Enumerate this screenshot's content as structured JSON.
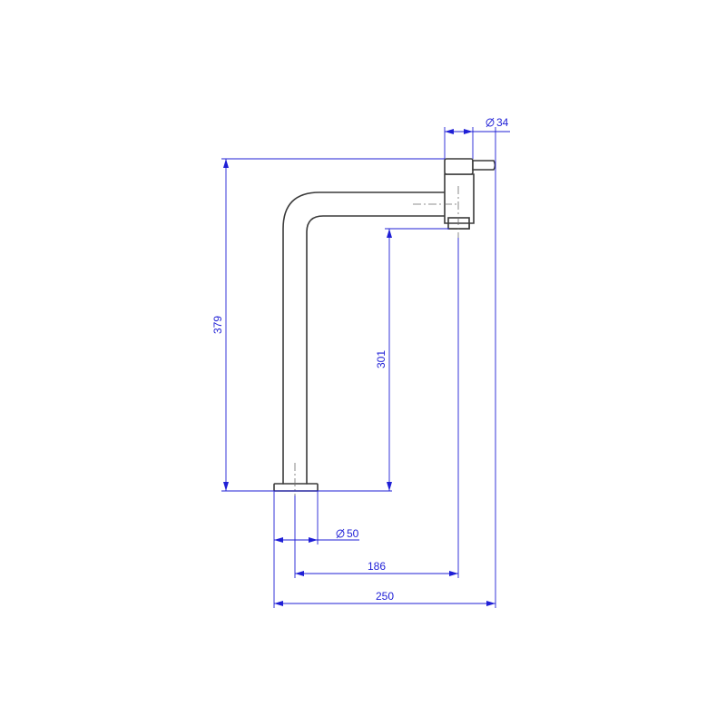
{
  "colors": {
    "dimension": "#1f1fd6",
    "outline": "#3a3a3a",
    "centerline": "#6b6b6b",
    "background": "#ffffff"
  },
  "dimensions": {
    "total_height": "379",
    "spout_height": "301",
    "spout_reach": "186",
    "total_width": "250",
    "base_diameter": "50",
    "handle_diameter": "34"
  }
}
